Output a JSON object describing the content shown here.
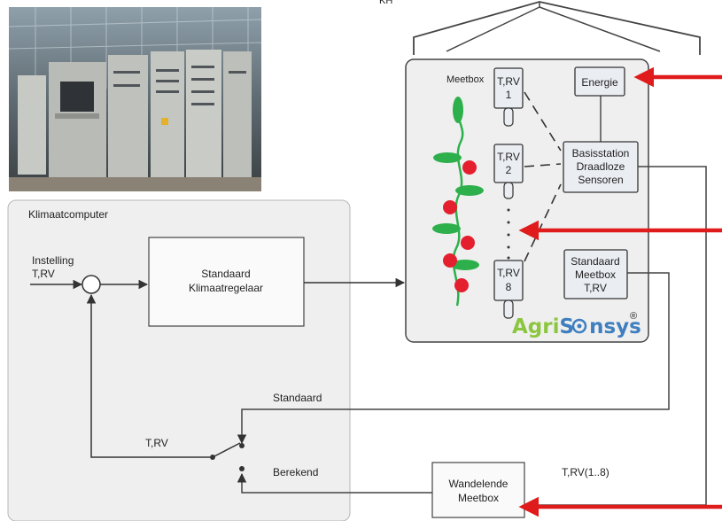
{
  "top_label": "KH",
  "klimaatcomputer": {
    "title": "Klimaatcomputer",
    "input_label_line1": "Instelling",
    "input_label_line2": "T,RV",
    "regulator_line1": "Standaard",
    "regulator_line2": "Klimaatregelaar",
    "feedback_label": "T,RV",
    "switch_top_label": "Standaard",
    "switch_bottom_label": "Berekend"
  },
  "kas": {
    "meetbox_label": "Meetbox",
    "sensors": [
      {
        "line1": "T,RV",
        "line2": "1"
      },
      {
        "line1": "T,RV",
        "line2": "2"
      },
      {
        "line1": "T,RV",
        "line2": "8"
      }
    ],
    "energie": "Energie",
    "basisstation": [
      "Basisstation",
      "Draadloze",
      "Sensoren"
    ],
    "standaard_meetbox": [
      "Standaard",
      "Meetbox",
      "T,RV"
    ],
    "brand": {
      "part1": "Agri",
      "part2": "S",
      "part3": "nsys",
      "mark": "®"
    }
  },
  "wandelende_meetbox": {
    "line1": "Wandelende",
    "line2": "Meetbox",
    "signal_label": "T,RV(1..8)"
  },
  "colors": {
    "arrow_red": "#e01b1b",
    "tomato_red": "#e4202f",
    "leaf_green": "#2db04b",
    "brand_green": "#8cc63f",
    "brand_blue": "#3f7fbf",
    "box_fill": "#eaedf2",
    "panel_fill": "#efefef"
  }
}
